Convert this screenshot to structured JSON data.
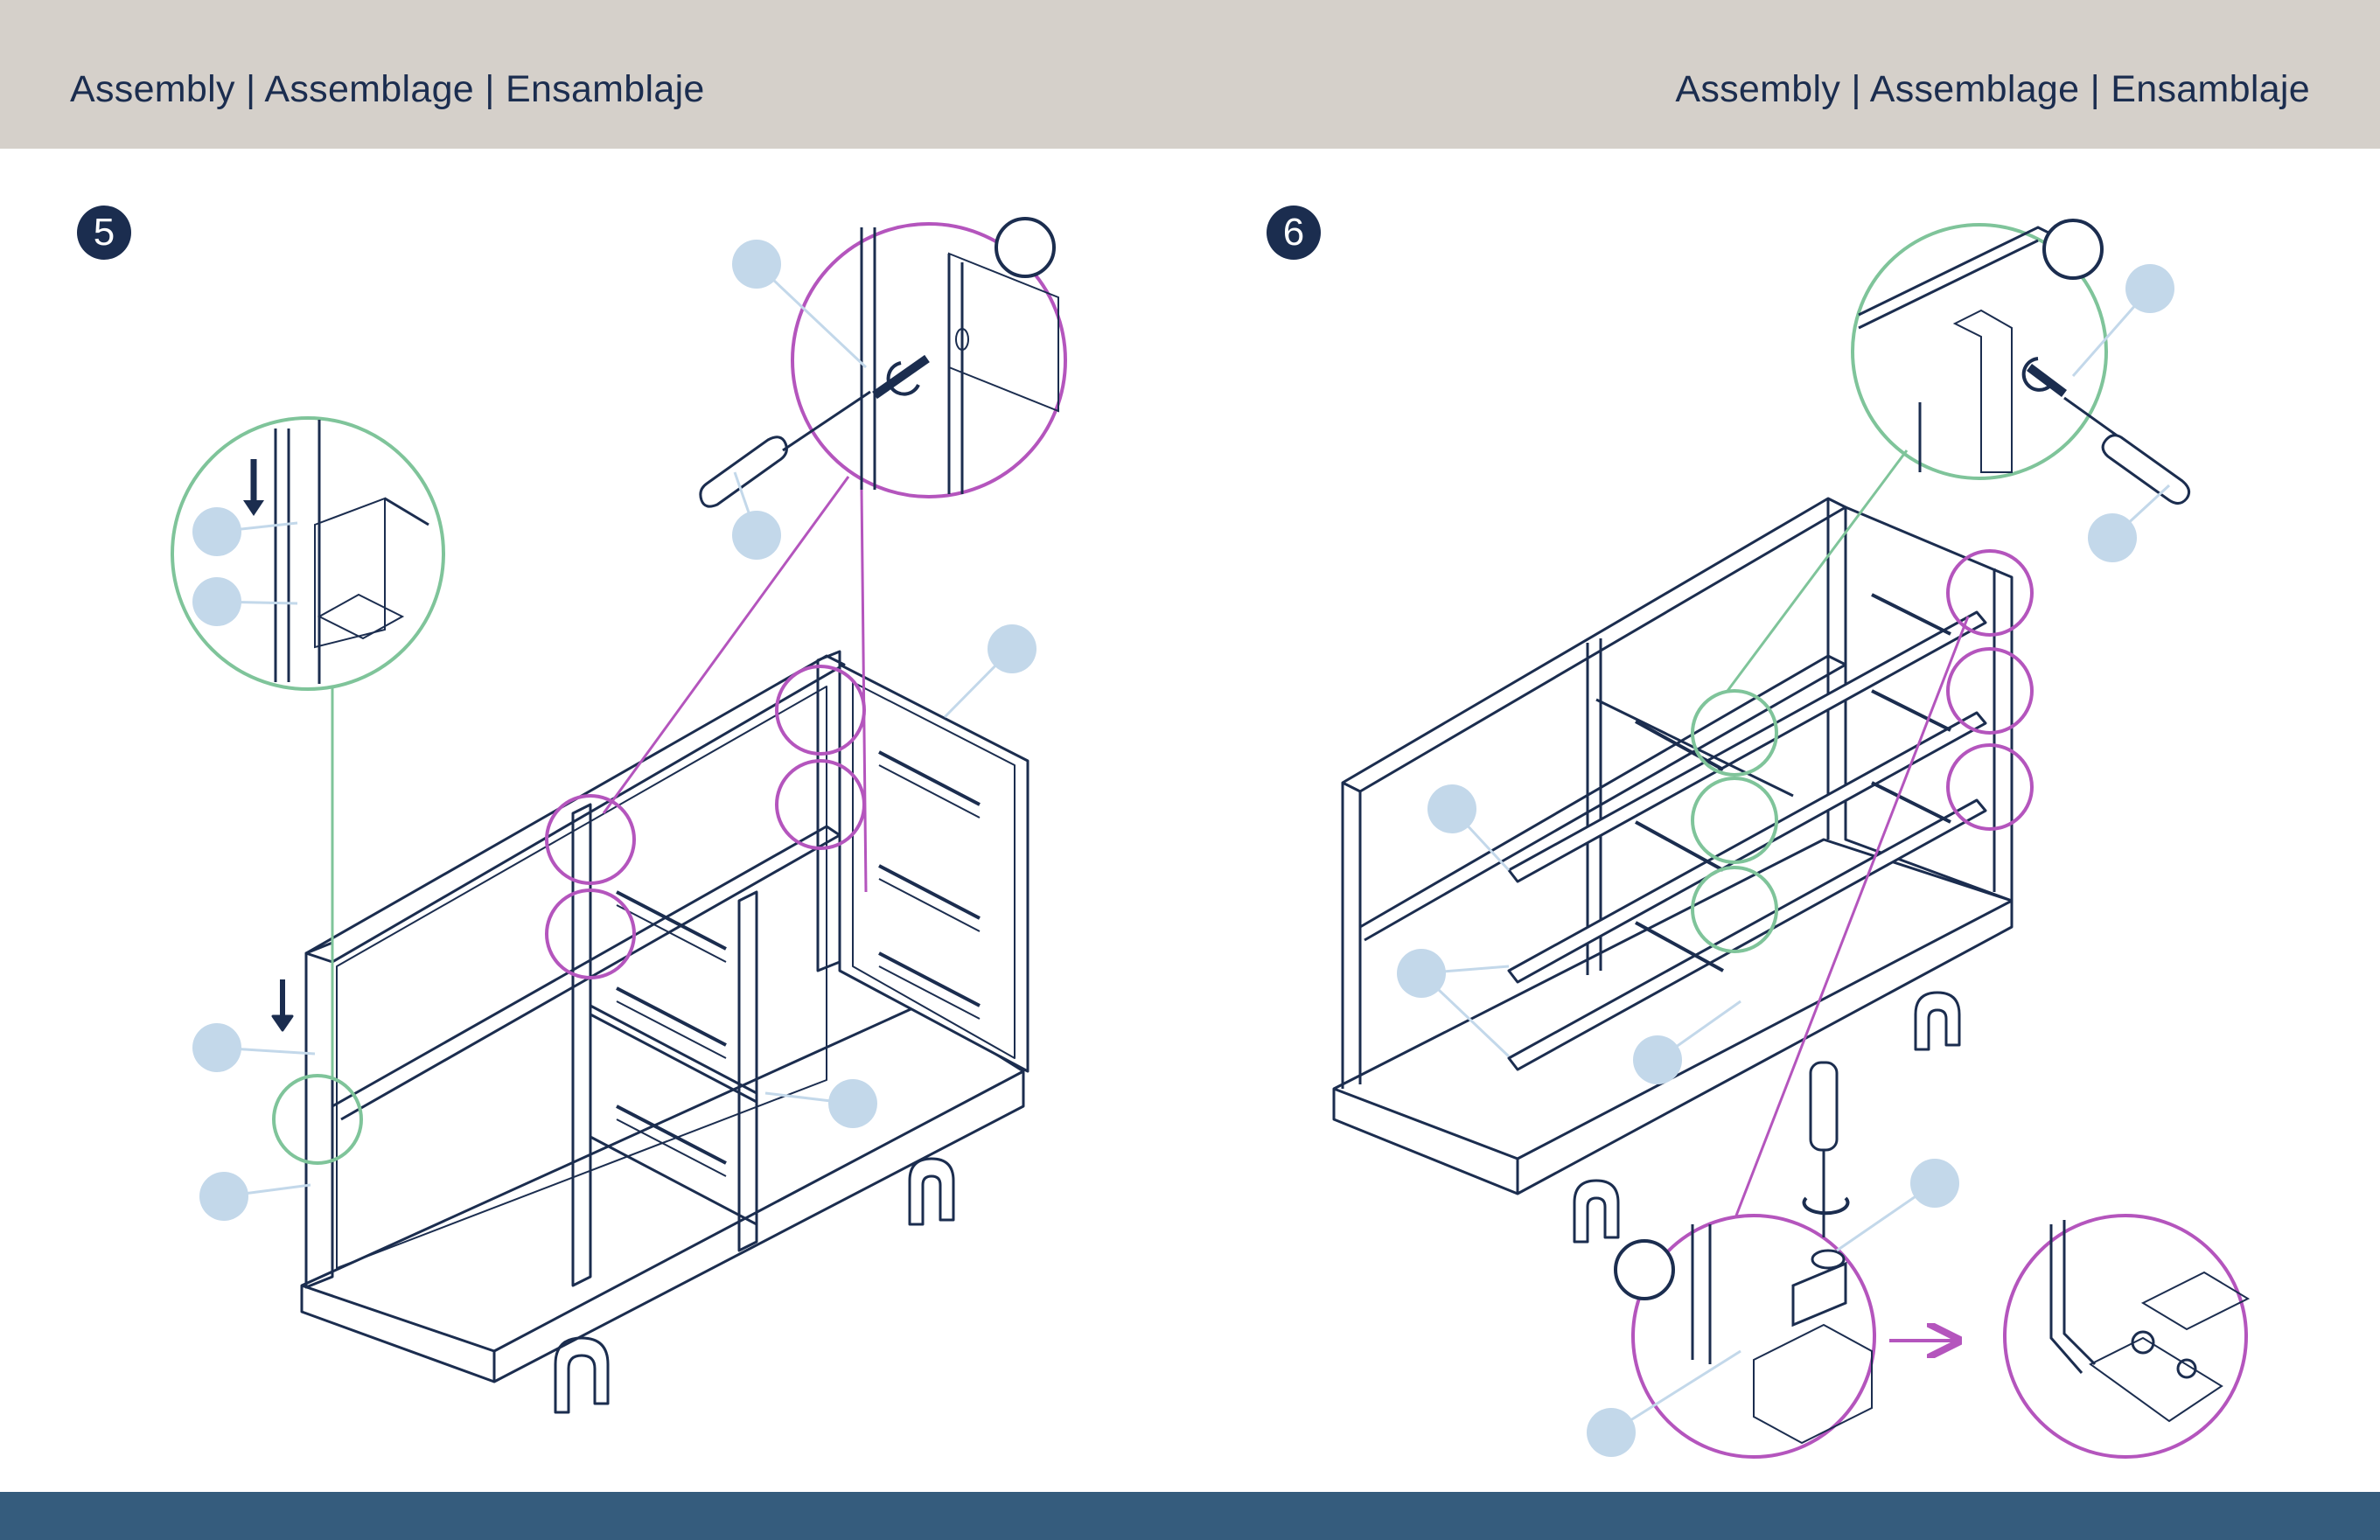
{
  "header": {
    "left_title": "Assembly | Assemblage | Ensamblaje",
    "right_title": "Assembly | Assemblage | Ensamblaje"
  },
  "steps": [
    {
      "number": "5"
    },
    {
      "number": "6"
    }
  ],
  "colors": {
    "header_bg": "#d5d0ca",
    "header_text": "#1b2d4f",
    "footer_bg": "#355c7d",
    "line_art": "#1b2d4f",
    "callout_magenta": "#b455bd",
    "callout_green": "#7fc49a",
    "label_dot": "#c3d8ea"
  }
}
